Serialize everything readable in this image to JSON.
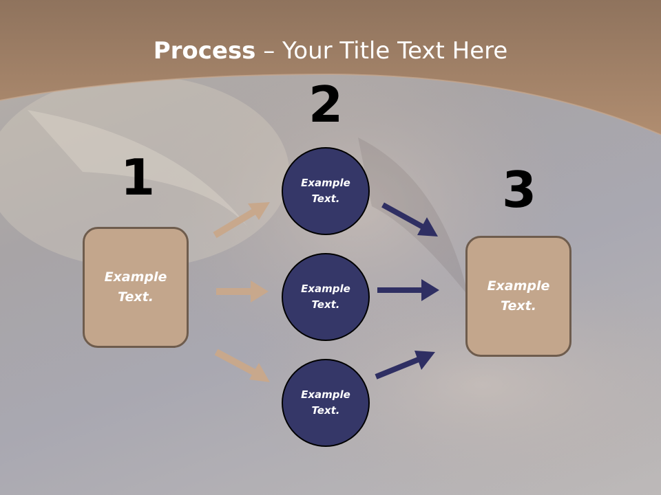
{
  "slide": {
    "title_bold": "Process",
    "title_rest": " – Your Title Text Here"
  },
  "steps": [
    {
      "number": "1",
      "text": "Example Text."
    },
    {
      "number": "2",
      "items": [
        "Example Text.",
        "Example Text.",
        "Example Text."
      ]
    },
    {
      "number": "3",
      "text": "Example Text."
    }
  ],
  "colors": {
    "header_band": "#a98466",
    "box_fill": "#c3a68c",
    "box_border": "#6e5c4d",
    "circle_fill": "#353768",
    "arrow_light": "#c8a88c",
    "arrow_dark": "#2f2f63"
  }
}
